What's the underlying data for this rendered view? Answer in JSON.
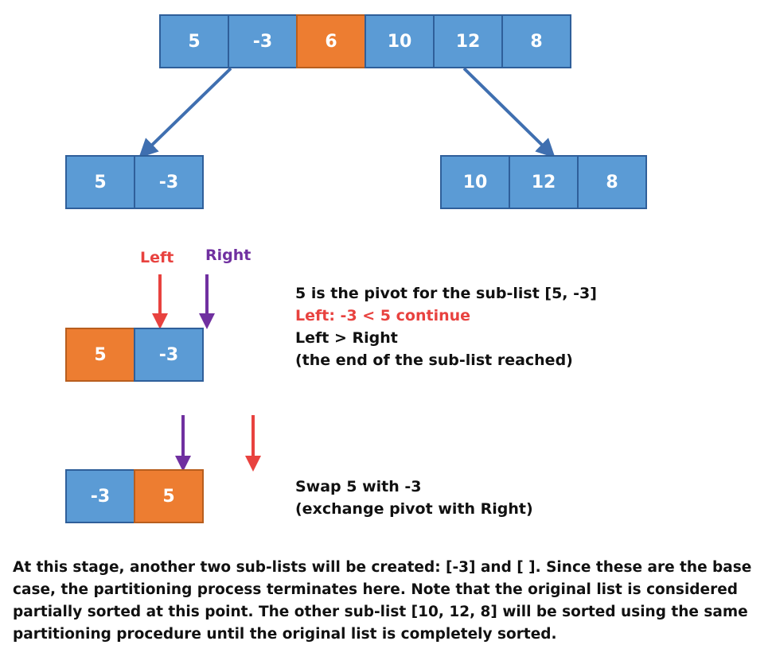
{
  "colors": {
    "cell_fill": "#5b9bd5",
    "pivot_fill": "#ed7d31",
    "left_arrow": "#e8423f",
    "right_arrow": "#7030a0",
    "branch_arrow": "#3f6fb0"
  },
  "top_list": [
    "5",
    "-3",
    "6",
    "10",
    "12",
    "8"
  ],
  "left_sublist": [
    "5",
    "-3"
  ],
  "right_sublist": [
    "10",
    "12",
    "8"
  ],
  "step1": {
    "left_label": "Left",
    "right_label": "Right",
    "cells": [
      "5",
      "-3"
    ],
    "notes": [
      "5 is the pivot for the sub-list [5, -3]",
      "Left: -3 < 5 continue",
      "Left > Right",
      "(the end of the sub-list reached)"
    ]
  },
  "step2": {
    "cells": [
      "-3",
      "5"
    ],
    "notes": [
      "Swap 5 with -3",
      "(exchange pivot with Right)"
    ]
  },
  "conclusion": "At this stage, another two sub-lists will be created: [-3] and [ ]. Since these are the base case, the partitioning process terminates here. Note that the original list is considered partially sorted at this point. The other sub-list [10, 12, 8] will be sorted using the same partitioning procedure until the original list is completely sorted."
}
